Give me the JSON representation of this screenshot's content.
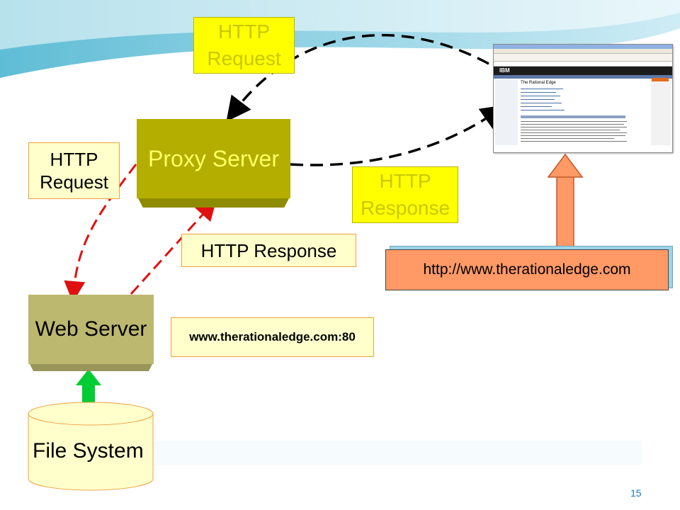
{
  "labels": {
    "http_request_top": "HTTP\nRequest",
    "http_request_left": "HTTP\nRequest",
    "http_response_right": "HTTP\nResponse",
    "http_response_mid": "HTTP Response",
    "url": "http://www.therationaledge.com",
    "server_address": "www.therationaledge.com:80"
  },
  "nodes": {
    "proxy_server": "Proxy Server",
    "web_server": "Web Server",
    "file_system": "File System"
  },
  "browser": {
    "brand": "IBM",
    "heading": "The Rational Edge"
  },
  "page_number": "15",
  "colors": {
    "olive": "#B3AE00",
    "khaki": "#BDB870",
    "label_yellow": "#FFFF00",
    "label_peach": "#FFFFCC",
    "url_orange": "#FF9966",
    "red_dash": "#E01010",
    "green_arrow": "#00CC33"
  }
}
